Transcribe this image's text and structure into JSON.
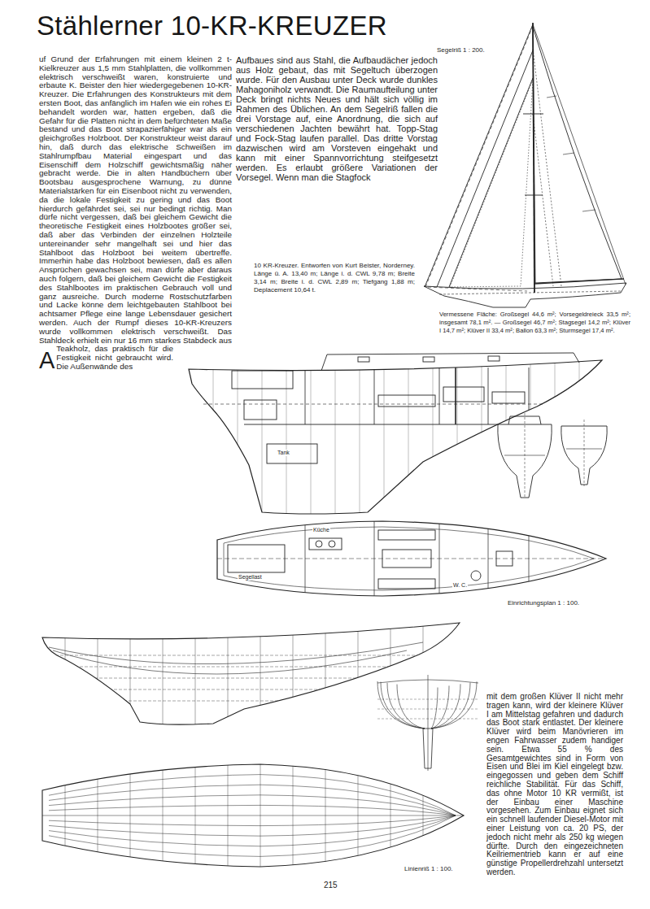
{
  "diagram": {
    "title": "Stählerner 10-KR-KREUZER",
    "labels": [
      "Segelriß 1 : 200.",
      "Auf Grund der Erfahrungen mit einem kleinen 2 t-Kielkreuzer aus 1,5 mm Stahlplatten, die vollkommen elektrisch verschweißt waren, konstruierte und erbaute K. Beister den hier wiedergegebenen 10-KR-Kreuzer. Die Erfahrungen des Konstrukteurs mit dem ersten Boot, das anfänglich im Hafen wie ein rohes Ei behandelt worden war, hatten ergeben, daß die Gefahr für die Platten nicht in dem befürchteten Maße bestand und das Boot strapazierfähiger war als ein gleichgroßes Holzboot. Der Konstrukteur weist darauf hin, daß durch das elektrische Schweißen im Stahlrumpfbau Material eingespart und das Eisenschiff dem Holzschiff gewichtsmäßig näher gebracht werde. Die in alten Handbüchern über Bootsbau ausgesprochene Warnung, zu dünne Materialstärken für ein Eisenboot nicht zu verwenden, da die lokale Festigkeit zu gering und das Boot hierdurch gefährdet sei, sei nur bedingt richtig. Man dürfe nicht vergessen, daß bei gleichem Gewicht die theoretische Festigkeit eines Holzbootes größer sei, daß aber das Verbinden der einzelnen Holzteile untereinander sehr mangelhaft sei und hier das Stahlboot das Holzboot bei weitem übertreffe. Immerhin habe das Holzboot bewiesen, daß es allen Ansprüchen gewachsen sei, man dürfe aber daraus auch folgern, daß bei gleichem Gewicht die Festigkeit des Stahlbootes im praktischen Gebrauch voll und ganz ausreiche. Durch moderne Rostschutzfarben und Lacke könne dem leichtgebauten Stahlboot bei achtsamer Pflege eine lange Lebensdauer gesichert werden. Auch der Rumpf dieses 10-KR-Kreuzers wurde vollkommen elektrisch verschweißt. Das Stahldeck erhielt ein nur 16 mm starkes Stabdeck aus Teakholz, das praktisch für die Festigkeit nicht gebraucht wird. Die Außenwände des",
      "Aufbaues sind aus Stahl, die Aufbaudächer jedoch aus Holz gebaut, das mit Segeltuch überzogen wurde. Für den Ausbau unter Deck wurde dunkles Mahagoniholz verwandt. Die Raumaufteilung unter Deck bringt nichts Neues und hält sich völlig im Rahmen des Üblichen. An dem Segelriß fallen die drei Vorstage auf, eine Anordnung, die sich auf verschiedenen Jachten bewährt hat. Topp-Stag und Fock-Stag laufen parallel. Das dritte Vorstag dazwischen wird am Vorsteven eingehakt und kann mit einer Spannvorrichtung steifgesetzt werden. Es erlaubt größere Variationen der Vorsegel. Wenn man die Stagfock",
      "10 KR-Kreuzer. Entworfen von Kurt Beister, Norderney. Länge ü. A. 13,40 m; Länge i. d. CWL 9,78 m; Breite 3,14 m; Breite i. d. CWL 2,89 m; Tiefgang 1,88 m; Deplacement 10,64 t.",
      "Vermessene Fläche: Großsegel 44,6 m²; Vorsegeldreieck 33,5 m²; insgesamt 78,1 m². — Großsegel 46,7 m²; Stagsegel 14,2 m²; Klüver I 14,7 m²; Klüver II 33,4 m²; Ballon 63,3 m²; Sturmsegel 17,4 m².",
      "Tank",
      "Küche",
      "W. C.",
      "Segellast",
      "Einrichtungsplan 1 : 100.",
      "mit dem großen Klüver II nicht mehr tragen kann, wird der kleinere Klüver I am Mittelstag gefahren und dadurch das Boot stark entlastet. Der kleinere Klüver wird beim Manövrieren im engen Fahrwasser zudem handiger sein. Etwa 55 % des Gesamtgewichtes sind in Form von Eisen und Blei im Kiel eingelegt bzw. eingegossen und geben dem Schiff reichliche Stabilität. Für das Schiff, das ohne Motor 10 KR vermißt, ist der Einbau einer Maschine vorgesehen. Zum Einbau eignet sich ein schnell laufender Diesel-Motor mit einer Leistung von ca. 20 PS, der jedoch nicht mehr als 250 kg wiegen dürfte. Durch den eingezeichneten Keilriementrieb kann er auf eine günstige Propellerdrehzahl untersetzt werden.",
      "Linienriß 1 : 100.",
      "215"
    ]
  }
}
